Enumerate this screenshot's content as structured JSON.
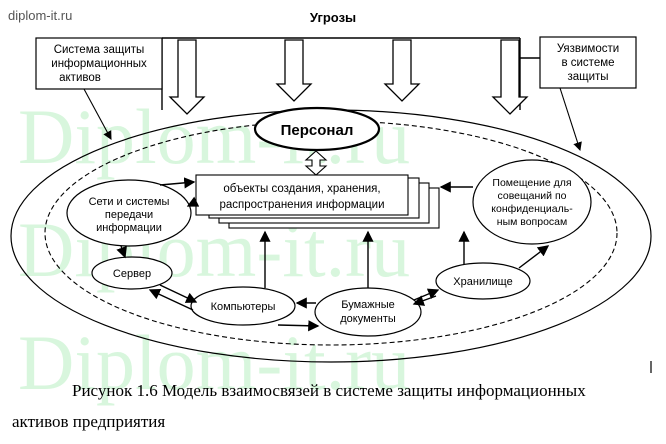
{
  "site_label": "diplom-it.ru",
  "watermark": "Diplom-it.ru",
  "diagram": {
    "threats": "Угрозы",
    "box_left": [
      "Система защиты",
      "информационных",
      "активов"
    ],
    "box_right": [
      "Уязвимости",
      "в системе",
      "защиты"
    ],
    "personnel": "Персонал",
    "objects": [
      "объекты создания, хранения,",
      "распространения информации"
    ],
    "networks": [
      "Сети и системы",
      "передачи",
      "информации"
    ],
    "premises": [
      "Помещение для",
      "совещаний по",
      "конфиденциаль-",
      "ным вопросам"
    ],
    "server": "Сервер",
    "computers": "Компьютеры",
    "paper_docs": [
      "Бумажные",
      "документы"
    ],
    "storage": "Хранилище"
  },
  "caption": {
    "line1": "Рисунок 1.6 Модель взаимосвязей в системе защиты информационных",
    "line2": "активов предприятия"
  }
}
